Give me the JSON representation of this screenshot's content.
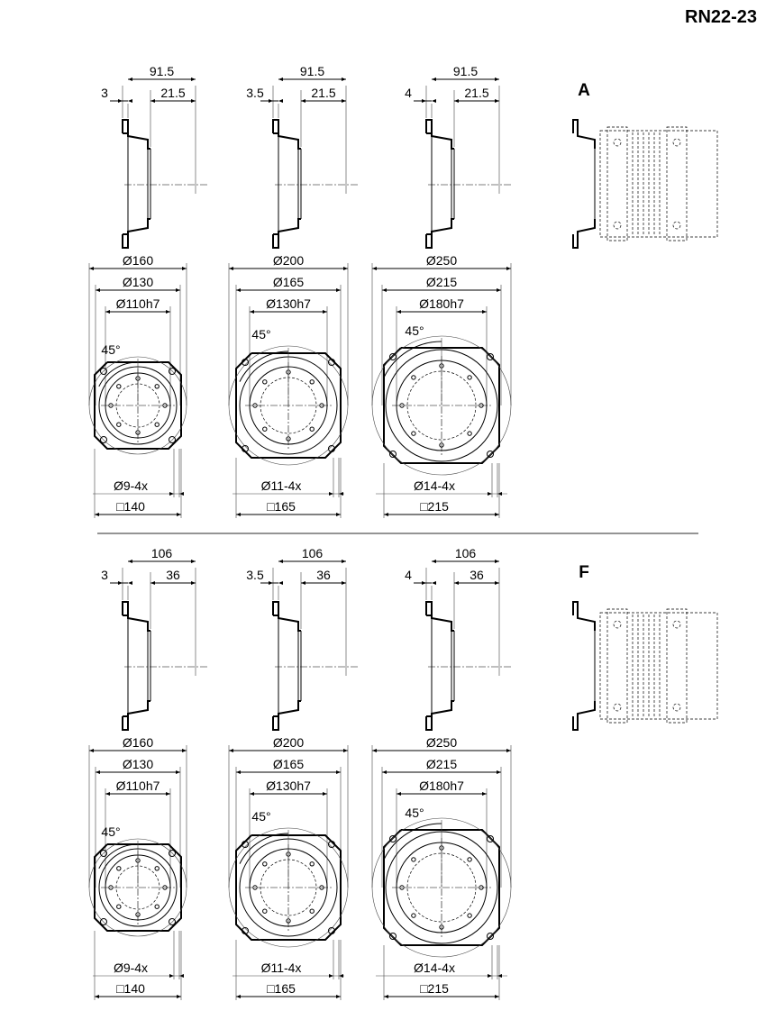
{
  "page_code": "RN22-23",
  "sections": [
    {
      "letter": "A",
      "flanges": [
        {
          "offset": "3",
          "overall": "91.5",
          "spigot": "21.5",
          "d_outer": "Ø160",
          "d_bolt": "Ø130",
          "d_pilot": "Ø110h7",
          "angle": "45°",
          "holes": "Ø9-4x",
          "square": "□140"
        },
        {
          "offset": "3.5",
          "overall": "91.5",
          "spigot": "21.5",
          "d_outer": "Ø200",
          "d_bolt": "Ø165",
          "d_pilot": "Ø130h7",
          "angle": "45°",
          "holes": "Ø11-4x",
          "square": "□165"
        },
        {
          "offset": "4",
          "overall": "91.5",
          "spigot": "21.5",
          "d_outer": "Ø250",
          "d_bolt": "Ø215",
          "d_pilot": "Ø180h7",
          "angle": "45°",
          "holes": "Ø14-4x",
          "square": "□215"
        }
      ]
    },
    {
      "letter": "F",
      "flanges": [
        {
          "offset": "3",
          "overall": "106",
          "spigot": "36",
          "d_outer": "Ø160",
          "d_bolt": "Ø130",
          "d_pilot": "Ø110h7",
          "angle": "45°",
          "holes": "Ø9-4x",
          "square": "□140"
        },
        {
          "offset": "3.5",
          "overall": "106",
          "spigot": "36",
          "d_outer": "Ø200",
          "d_bolt": "Ø165",
          "d_pilot": "Ø130h7",
          "angle": "45°",
          "holes": "Ø11-4x",
          "square": "□165"
        },
        {
          "offset": "4",
          "overall": "106",
          "spigot": "36",
          "d_outer": "Ø250",
          "d_bolt": "Ø215",
          "d_pilot": "Ø180h7",
          "angle": "45°",
          "holes": "Ø14-4x",
          "square": "□215"
        }
      ]
    }
  ]
}
